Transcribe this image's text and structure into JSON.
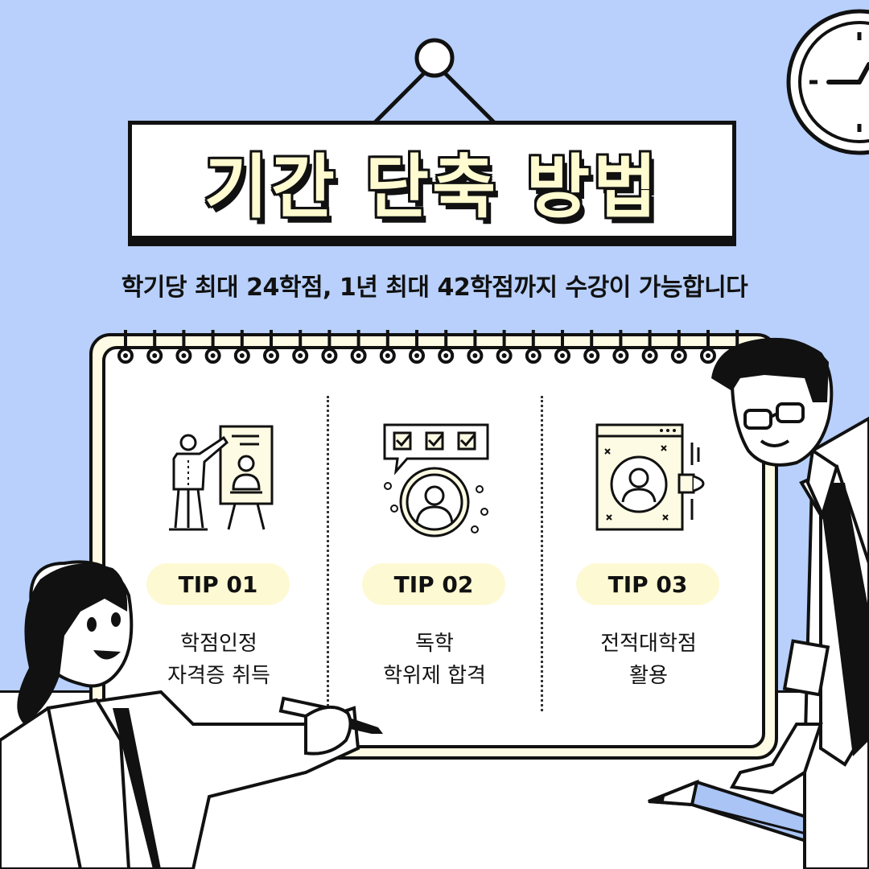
{
  "title": "기간 단축 방법",
  "subtitle": "학기당 최대 24학점, 1년 최대 42학점까지 수강이 가능합니다",
  "tips": [
    {
      "label": "TIP 01",
      "lines": [
        "학점인정",
        "자격증 취득"
      ],
      "icon": "presentation-icon"
    },
    {
      "label": "TIP 02",
      "lines": [
        "독학",
        "학위제 합격"
      ],
      "icon": "checklist-person-icon"
    },
    {
      "label": "TIP 03",
      "lines": [
        "전적대학점",
        "활용"
      ],
      "icon": "profile-window-icon"
    }
  ],
  "colors": {
    "background": "#b8d0fb",
    "accent": "#fdf9d3",
    "ink": "#111111"
  }
}
